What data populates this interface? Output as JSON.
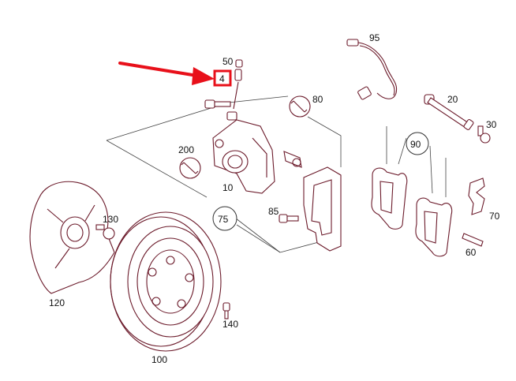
{
  "diagram": {
    "colors": {
      "part_stroke": "#6b1a2a",
      "highlight": "#e8101a",
      "label": "#111111"
    },
    "labels": {
      "l95": "95",
      "l50": "50",
      "l4": "4",
      "l80": "80",
      "l20": "20",
      "l30": "30",
      "l90": "90",
      "l200": "200",
      "l10": "10",
      "l75": "75",
      "l85": "85",
      "l130": "130",
      "l70": "70",
      "l60": "60",
      "l120": "120",
      "l140": "140",
      "l100": "100"
    },
    "highlighted_part": "4",
    "icons": {
      "arrow": "red-pointer-arrow",
      "wrench": "wrench-icon"
    }
  }
}
